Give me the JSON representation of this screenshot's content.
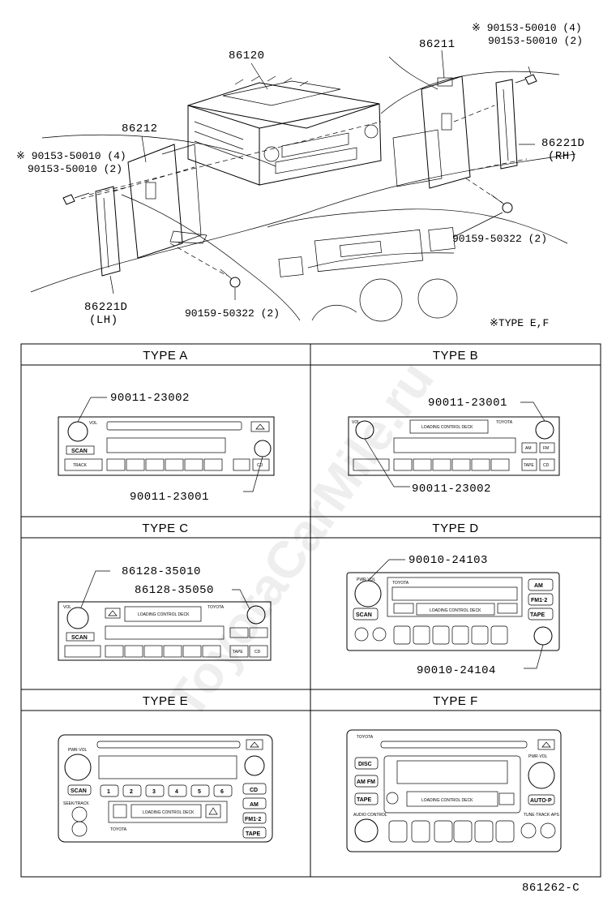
{
  "diagram": {
    "top_labels": {
      "main_unit": "86120",
      "bracket_left": "86212",
      "bracket_right": "86211",
      "trim_lh": "86221D",
      "trim_lh_side": "(LH)",
      "trim_rh": "86221D",
      "trim_rh_side": "(RH)",
      "screw_tr_a": "※ 90153-50010 (4)",
      "screw_tr_b": "90153-50010 (2)",
      "screw_tl_a": "※ 90153-50010 (4)",
      "screw_tl_b": "90153-50010 (2)",
      "screw_bl": "90159-50322 (2)",
      "screw_br": "90159-50322 (2)",
      "type_note": "※TYPE E,F"
    },
    "panels": {
      "a": {
        "title": "TYPE A",
        "part1": "90011-23002",
        "part2": "90011-23001"
      },
      "b": {
        "title": "TYPE  B",
        "part1": "90011-23001",
        "part2": "90011-23002"
      },
      "c": {
        "title": "TYPE C",
        "part1": "86128-35010",
        "part2": "86128-35050"
      },
      "d": {
        "title": "TYPE  D",
        "part1": "90010-24103",
        "part2": "90010-24104"
      },
      "e": {
        "title": "TYPE E"
      },
      "f": {
        "title": "TYPE  F"
      }
    },
    "radio_text": {
      "vol": "VOL",
      "pwr": "PWR",
      "scan": "SCAN",
      "track": "TRACK",
      "tune": "TUNE",
      "tape": "TAPE",
      "cd": "CD",
      "am": "AM",
      "fm": "FM",
      "fm12": "FM1·2",
      "disc": "DISC",
      "amfm": "AM FM",
      "auto_p": "AUTO·P",
      "toyota": "TOYOTA",
      "ldc": "LOADING CONTROL DECK",
      "pwr_vol": "PWR·VOL",
      "seek_track": "SEEK/TRACK",
      "audio_control": "AUDIO CONTROL",
      "tune_track": "TUNE·TRACK·APS",
      "presets": [
        "1",
        "2",
        "3",
        "4",
        "5",
        "6"
      ]
    },
    "footer_code": "861262-C",
    "watermark": "ToyotaCarMile.ru"
  }
}
